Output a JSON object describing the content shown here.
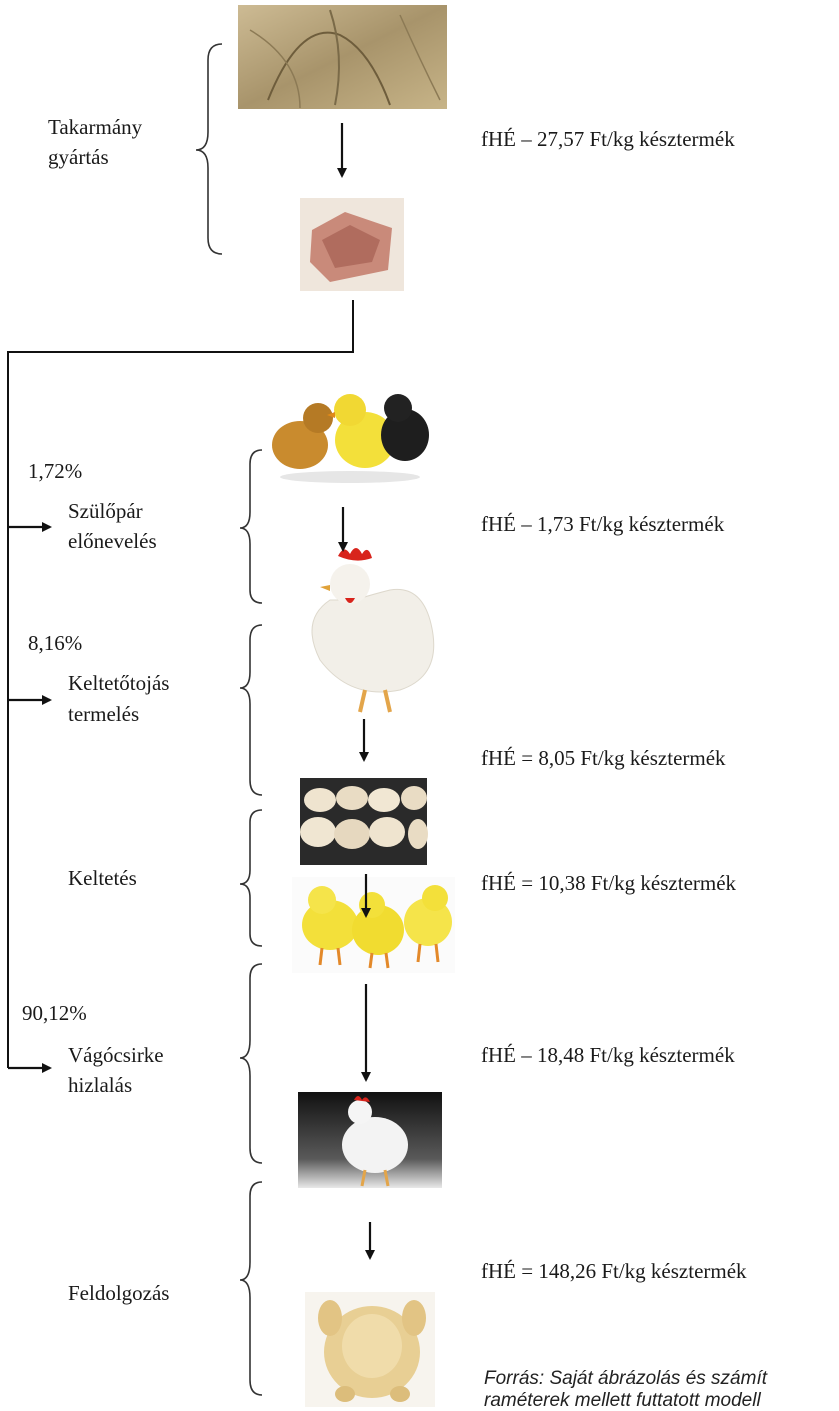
{
  "stages": [
    {
      "id": "takarmany",
      "line1": "Takarmány",
      "line2": "gyártás",
      "value": "fHÉ – 27,57 Ft/kg késztermék"
    },
    {
      "id": "szulopar",
      "pct": "1,72%",
      "line1": "Szülőpár",
      "line2": "előnevelés",
      "value": "fHÉ – 1,73 Ft/kg késztermék"
    },
    {
      "id": "keltetotojas",
      "pct": "8,16%",
      "line1": "Keltetőtojás",
      "line2": "termelés",
      "value": "fHÉ = 8,05 Ft/kg késztermék"
    },
    {
      "id": "keltetes",
      "line1": "Keltetés",
      "value": "fHÉ = 10,38 Ft/kg késztermék"
    },
    {
      "id": "vagocsirke",
      "pct": "90,12%",
      "line1": "Vágócsirke",
      "line2": "hizlalás",
      "value": "fHÉ – 18,48 Ft/kg késztermék"
    },
    {
      "id": "feldolgozas",
      "line1": "Feldolgozás",
      "value": "fHÉ = 148,26 Ft/kg késztermék"
    }
  ],
  "source": {
    "line1": "Forrás: Saját ábrázolás és számít",
    "line2": "raméterek mellett futtatott modell"
  },
  "images": [
    {
      "id": "grain",
      "icon": "wheat-field-image"
    },
    {
      "id": "feed",
      "icon": "feed-meal-image"
    },
    {
      "id": "chicks-mixed",
      "icon": "chicks-image"
    },
    {
      "id": "hen",
      "icon": "hen-image"
    },
    {
      "id": "eggs",
      "icon": "eggs-image"
    },
    {
      "id": "chicks-yellow",
      "icon": "yellow-chicks-image"
    },
    {
      "id": "broiler",
      "icon": "broiler-chicken-image"
    },
    {
      "id": "carcass",
      "icon": "processed-chicken-image"
    }
  ],
  "colors": {
    "grain": "#b9a57e",
    "feed": "#c98a7a",
    "chickYellow": "#f3e03a",
    "chickBrown": "#c98b2e",
    "hen": "#f2efe8",
    "comb": "#d8241c",
    "egg": "#e9dcc4",
    "broilerBg": "#1a1a1a",
    "carcass": "#e8cf94"
  }
}
